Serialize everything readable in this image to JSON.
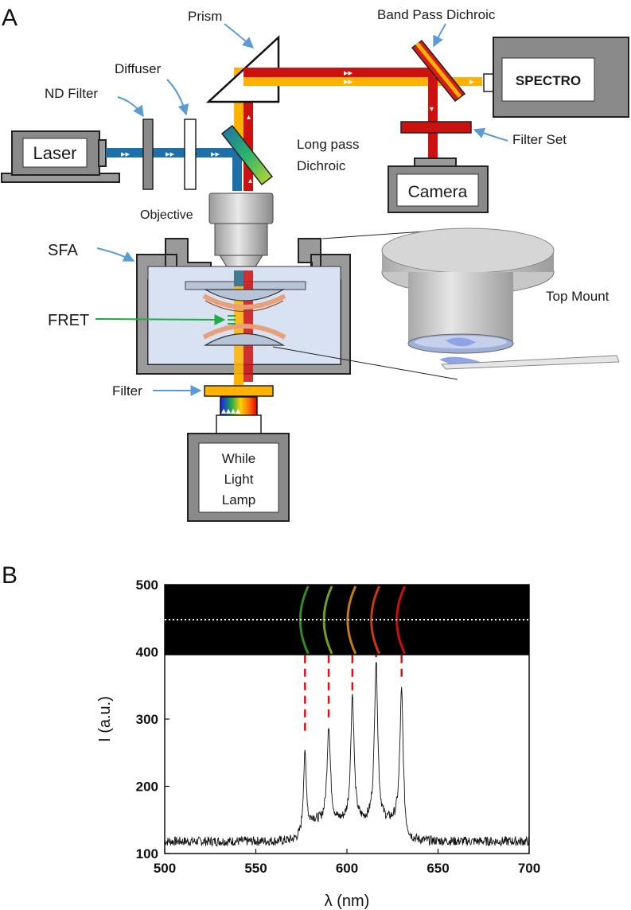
{
  "panel_a": {
    "letter": "A",
    "labels": {
      "prism": "Prism",
      "band_pass_dichroic": "Band Pass Dichroic",
      "diffuser": "Diffuser",
      "nd_filter": "ND Filter",
      "laser": "Laser",
      "long_pass_dichroic_line1": "Long pass",
      "long_pass_dichroic_line2": "Dichroic",
      "spectro": "SPECTRO",
      "filter_set": "Filter Set",
      "camera": "Camera",
      "objective": "Objective",
      "sfa": "SFA",
      "fret": "FRET",
      "top_mount": "Top Mount",
      "filter": "Filter",
      "lamp_line1": "While",
      "lamp_line2": "Light",
      "lamp_line3": "Lamp"
    },
    "colors": {
      "laser_beam": "#1f6fa8",
      "red_beam": "#cc1111",
      "yellow_beam": "#ffb300",
      "callout": "#5b9bd5",
      "fret_arrow": "#22aa44"
    }
  },
  "panel_b": {
    "letter": "B"
  },
  "chart_data": {
    "type": "line",
    "xlabel": "λ (nm)",
    "ylabel": "I (a.u.)",
    "xlim": [
      500,
      700
    ],
    "ylim": [
      100,
      500
    ],
    "xticks": [
      500,
      550,
      600,
      650,
      700
    ],
    "yticks": [
      100,
      200,
      300,
      400,
      500
    ],
    "inset_image_y_range": [
      395,
      500
    ],
    "inset_dotted_line_y": 448,
    "peaks": [
      {
        "x": 577,
        "y": 275,
        "fringe_color": "#3c9a2a"
      },
      {
        "x": 590,
        "y": 290,
        "fringe_color": "#7fb020"
      },
      {
        "x": 603,
        "y": 335,
        "fringe_color": "#d88a10"
      },
      {
        "x": 616,
        "y": 385,
        "fringe_color": "#e04010"
      },
      {
        "x": 630,
        "y": 350,
        "fringe_color": "#e01010"
      }
    ],
    "baseline": 118,
    "plateau_range": [
      578,
      632
    ],
    "plateau_level": 145
  }
}
